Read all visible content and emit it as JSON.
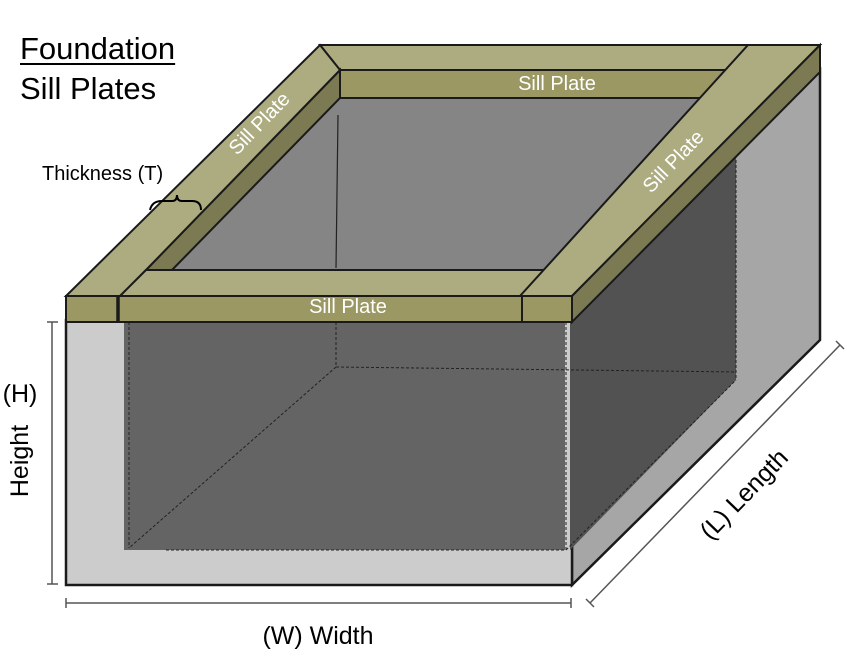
{
  "title": {
    "line1": "Foundation",
    "line2": "Sill Plates"
  },
  "sill_plates": {
    "back": "Sill Plate",
    "front": "Sill Plate",
    "left": "Sill Plate",
    "right": "Sill Plate"
  },
  "dimensions": {
    "thickness": "Thickness (T)",
    "height_label": "Height",
    "height_symbol": "(H)",
    "width": "(W) Width",
    "length": "(L) Length"
  },
  "colors": {
    "plate_top": "#adab80",
    "plate_front": "#9b9864",
    "plate_side": "#7b7a52",
    "wall_front": "#cccccc",
    "wall_side": "#a6a6a6",
    "interior_back": "#858585",
    "interior_front": "#646464",
    "interior_right": "#525252",
    "outline": "#1a1a1a"
  }
}
